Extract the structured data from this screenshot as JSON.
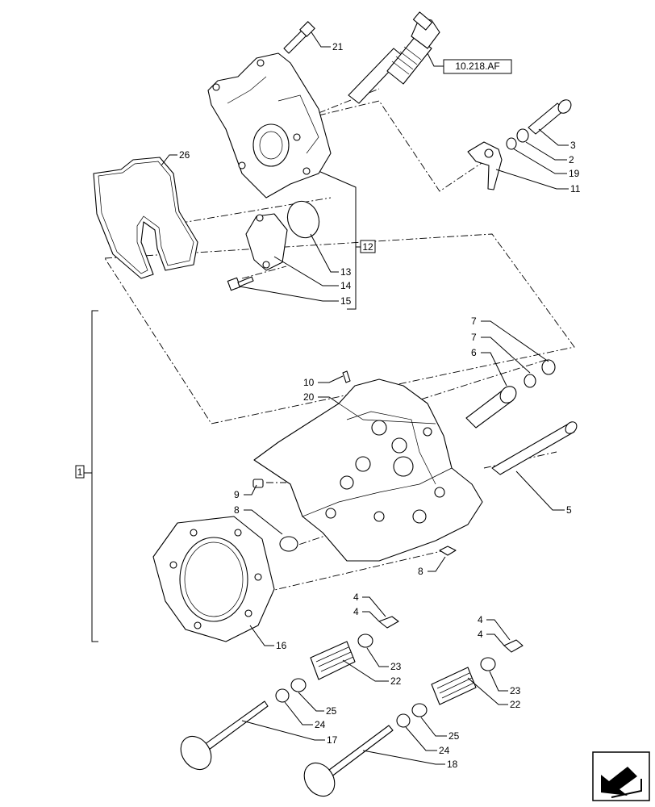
{
  "diagram": {
    "reference_box": "10.218.AF",
    "group_labels": {
      "head_assembly": "1",
      "cover_assembly": "12"
    },
    "callouts": {
      "c21": "21",
      "c3": "3",
      "c2": "2",
      "c19": "19",
      "c11": "11",
      "c26": "26",
      "c13": "13",
      "c14": "14",
      "c15": "15",
      "c7a": "7",
      "c7b": "7",
      "c6": "6",
      "c10": "10",
      "c20": "20",
      "c5": "5",
      "c9": "9",
      "c8a": "8",
      "c8b": "8",
      "c16": "16",
      "c4a": "4",
      "c4b": "4",
      "c4c": "4",
      "c4d": "4",
      "c23a": "23",
      "c22a": "22",
      "c23b": "23",
      "c22b": "22",
      "c25a": "25",
      "c24a": "24",
      "c17": "17",
      "c25b": "25",
      "c24b": "24",
      "c18": "18"
    },
    "nav_icon": "next-page-arrow-icon"
  }
}
